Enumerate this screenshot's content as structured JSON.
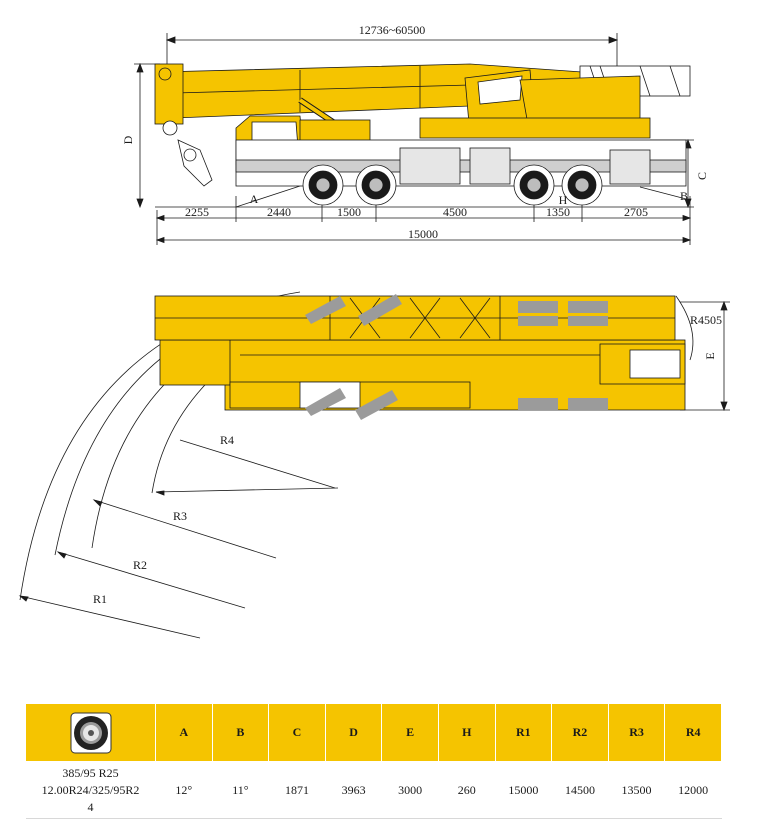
{
  "side_view": {
    "overall_length_range": "12736~60500",
    "dim_labels": {
      "seg1": "2255",
      "seg2": "2440",
      "seg3": "1500",
      "seg4": "4500",
      "seg5": "1350",
      "seg6": "2705",
      "total": "15000"
    },
    "letters": {
      "a": "A",
      "b": "B",
      "c": "C",
      "d": "D",
      "h": "H"
    }
  },
  "top_view": {
    "tail_radius": "R4505",
    "width_letter": "E",
    "radius_labels": [
      "R1",
      "R2",
      "R3",
      "R4"
    ]
  },
  "table": {
    "headers": [
      "A",
      "B",
      "C",
      "D",
      "E",
      "H",
      "R1",
      "R2",
      "R3",
      "R4"
    ],
    "tire_specs": [
      "385/95 R25",
      "12.00R24/325/95R2",
      "4"
    ],
    "values": [
      "12°",
      "11°",
      "1871",
      "3963",
      "3000",
      "260",
      "15000",
      "14500",
      "13500",
      "12000"
    ]
  },
  "colors": {
    "crane_yellow": "#f5c400",
    "table_header": "#f5c400"
  },
  "icons": [
    "tire-icon"
  ]
}
